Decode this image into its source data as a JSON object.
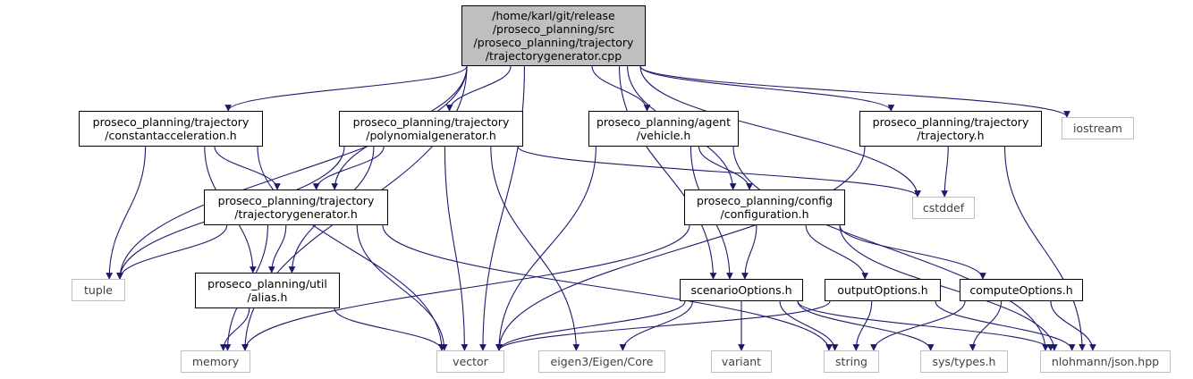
{
  "colors": {
    "edge": "#191970",
    "root_fill": "#bfbfbf",
    "local_border": "#000000",
    "system_border": "#bfbfbf"
  },
  "nodes": [
    {
      "id": "root",
      "kind": "root",
      "lines": [
        "/home/karl/git/release",
        "/proseco_planning/src",
        "/proseco_planning/trajectory",
        "/trajectorygenerator.cpp"
      ]
    },
    {
      "id": "constacc",
      "kind": "local",
      "lines": [
        "proseco_planning/trajectory",
        "/constantacceleration.h"
      ]
    },
    {
      "id": "polygen",
      "kind": "local",
      "lines": [
        "proseco_planning/trajectory",
        "/polynomialgenerator.h"
      ]
    },
    {
      "id": "vehicle",
      "kind": "local",
      "lines": [
        "proseco_planning/agent",
        "/vehicle.h"
      ]
    },
    {
      "id": "trajectory",
      "kind": "local",
      "lines": [
        "proseco_planning/trajectory",
        "/trajectory.h"
      ]
    },
    {
      "id": "iostream",
      "kind": "sys",
      "lines": [
        "iostream"
      ]
    },
    {
      "id": "trajgen",
      "kind": "local",
      "lines": [
        "proseco_planning/trajectory",
        "/trajectorygenerator.h"
      ]
    },
    {
      "id": "config",
      "kind": "local",
      "lines": [
        "proseco_planning/config",
        "/configuration.h"
      ]
    },
    {
      "id": "cstddef",
      "kind": "sys",
      "lines": [
        "cstddef"
      ]
    },
    {
      "id": "tuple",
      "kind": "sys",
      "lines": [
        "tuple"
      ]
    },
    {
      "id": "alias",
      "kind": "local",
      "lines": [
        "proseco_planning/util",
        "/alias.h"
      ]
    },
    {
      "id": "scenario",
      "kind": "local",
      "lines": [
        "scenarioOptions.h"
      ]
    },
    {
      "id": "output",
      "kind": "local",
      "lines": [
        "outputOptions.h"
      ]
    },
    {
      "id": "compute",
      "kind": "local",
      "lines": [
        "computeOptions.h"
      ]
    },
    {
      "id": "memory",
      "kind": "sys",
      "lines": [
        "memory"
      ]
    },
    {
      "id": "vector",
      "kind": "sys",
      "lines": [
        "vector"
      ]
    },
    {
      "id": "eigen",
      "kind": "sys",
      "lines": [
        "eigen3/Eigen/Core"
      ]
    },
    {
      "id": "variant",
      "kind": "sys",
      "lines": [
        "variant"
      ]
    },
    {
      "id": "string",
      "kind": "sys",
      "lines": [
        "string"
      ]
    },
    {
      "id": "systypes",
      "kind": "sys",
      "lines": [
        "sys/types.h"
      ]
    },
    {
      "id": "json",
      "kind": "sys",
      "lines": [
        "nlohmann/json.hpp"
      ]
    }
  ],
  "edges": [
    [
      "root",
      "constacc"
    ],
    [
      "root",
      "polygen"
    ],
    [
      "root",
      "vehicle"
    ],
    [
      "root",
      "trajectory"
    ],
    [
      "root",
      "iostream"
    ],
    [
      "root",
      "trajgen"
    ],
    [
      "root",
      "config"
    ],
    [
      "root",
      "cstddef"
    ],
    [
      "root",
      "tuple"
    ],
    [
      "root",
      "memory"
    ],
    [
      "root",
      "vector"
    ],
    [
      "root",
      "scenario"
    ],
    [
      "constacc",
      "trajgen"
    ],
    [
      "constacc",
      "tuple"
    ],
    [
      "constacc",
      "alias"
    ],
    [
      "constacc",
      "vector"
    ],
    [
      "polygen",
      "trajgen"
    ],
    [
      "polygen",
      "tuple"
    ],
    [
      "polygen",
      "alias"
    ],
    [
      "polygen",
      "vector"
    ],
    [
      "polygen",
      "eigen"
    ],
    [
      "polygen",
      "cstddef"
    ],
    [
      "vehicle",
      "config"
    ],
    [
      "vehicle",
      "scenario"
    ],
    [
      "vehicle",
      "vector"
    ],
    [
      "vehicle",
      "json"
    ],
    [
      "trajectory",
      "cstddef"
    ],
    [
      "trajectory",
      "json"
    ],
    [
      "trajectory",
      "vector"
    ],
    [
      "trajgen",
      "tuple"
    ],
    [
      "trajgen",
      "alias"
    ],
    [
      "trajgen",
      "memory"
    ],
    [
      "trajgen",
      "vector"
    ],
    [
      "trajgen",
      "string"
    ],
    [
      "config",
      "scenario"
    ],
    [
      "config",
      "output"
    ],
    [
      "config",
      "compute"
    ],
    [
      "config",
      "memory"
    ],
    [
      "config",
      "json"
    ],
    [
      "alias",
      "memory"
    ],
    [
      "alias",
      "vector"
    ],
    [
      "scenario",
      "vector"
    ],
    [
      "scenario",
      "eigen"
    ],
    [
      "scenario",
      "variant"
    ],
    [
      "scenario",
      "string"
    ],
    [
      "scenario",
      "systypes"
    ],
    [
      "scenario",
      "json"
    ],
    [
      "output",
      "vector"
    ],
    [
      "output",
      "string"
    ],
    [
      "output",
      "json"
    ],
    [
      "compute",
      "string"
    ],
    [
      "compute",
      "systypes"
    ],
    [
      "compute",
      "json"
    ]
  ]
}
